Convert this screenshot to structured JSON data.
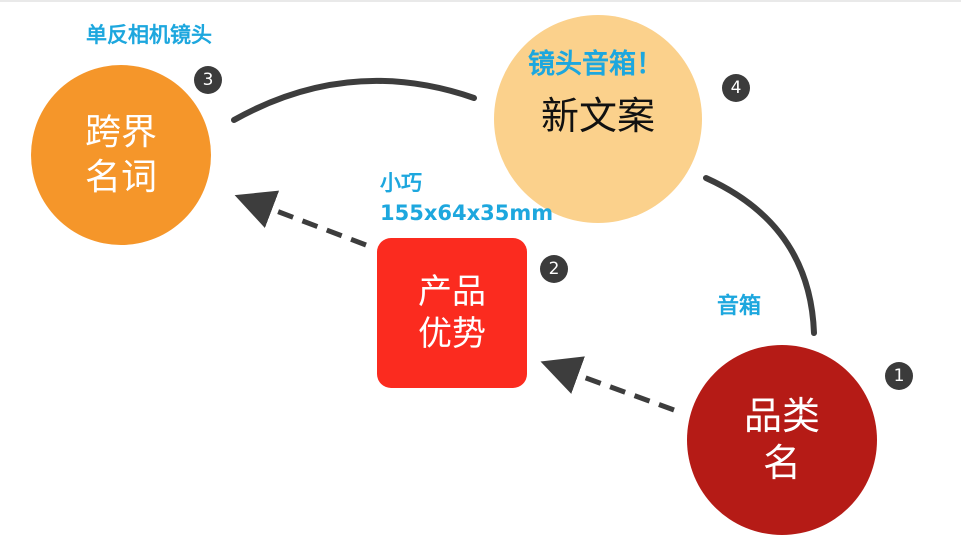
{
  "nodes": [
    {
      "id": "1",
      "label": "品类\n名",
      "color": "#b51b16"
    },
    {
      "id": "2",
      "label": "产品\n优势",
      "color": "#fb2b1f"
    },
    {
      "id": "3",
      "label": "跨界\n名词",
      "color": "#f5962a"
    },
    {
      "id": "4",
      "label": "新文案",
      "color": "#fbd18c"
    }
  ],
  "notes": {
    "node3": "单反相机镜头",
    "node4": "镜头音箱！",
    "node2": "小巧\n155x64x35mm",
    "node1": "音箱"
  },
  "badges": [
    "1",
    "2",
    "3",
    "4"
  ],
  "connectors": [
    {
      "from": "1",
      "to": "2",
      "style": "dashed-arrow"
    },
    {
      "from": "2",
      "to": "3",
      "style": "dashed-arrow"
    },
    {
      "from": "3",
      "to": "4",
      "style": "solid-curve"
    },
    {
      "from": "4",
      "to": "1",
      "style": "solid-curve"
    }
  ],
  "colors": {
    "note_text": "#1da7de",
    "badge": "#3b3b3b",
    "connector": "#3d3d3d"
  }
}
